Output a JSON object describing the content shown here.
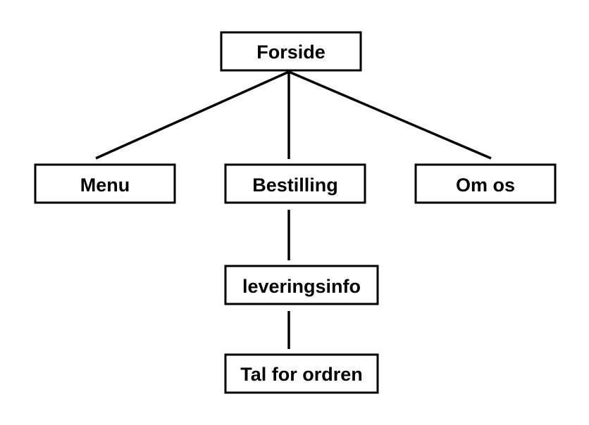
{
  "diagram": {
    "nodes": {
      "forside": "Forside",
      "menu": "Menu",
      "bestilling": "Bestilling",
      "om_os": "Om os",
      "leveringsinfo": "leveringsinfo",
      "tal_for_ordren": "Tal for ordren"
    },
    "edges": [
      [
        "forside",
        "menu"
      ],
      [
        "forside",
        "bestilling"
      ],
      [
        "forside",
        "om_os"
      ],
      [
        "bestilling",
        "leveringsinfo"
      ],
      [
        "leveringsinfo",
        "tal_for_ordren"
      ]
    ]
  }
}
